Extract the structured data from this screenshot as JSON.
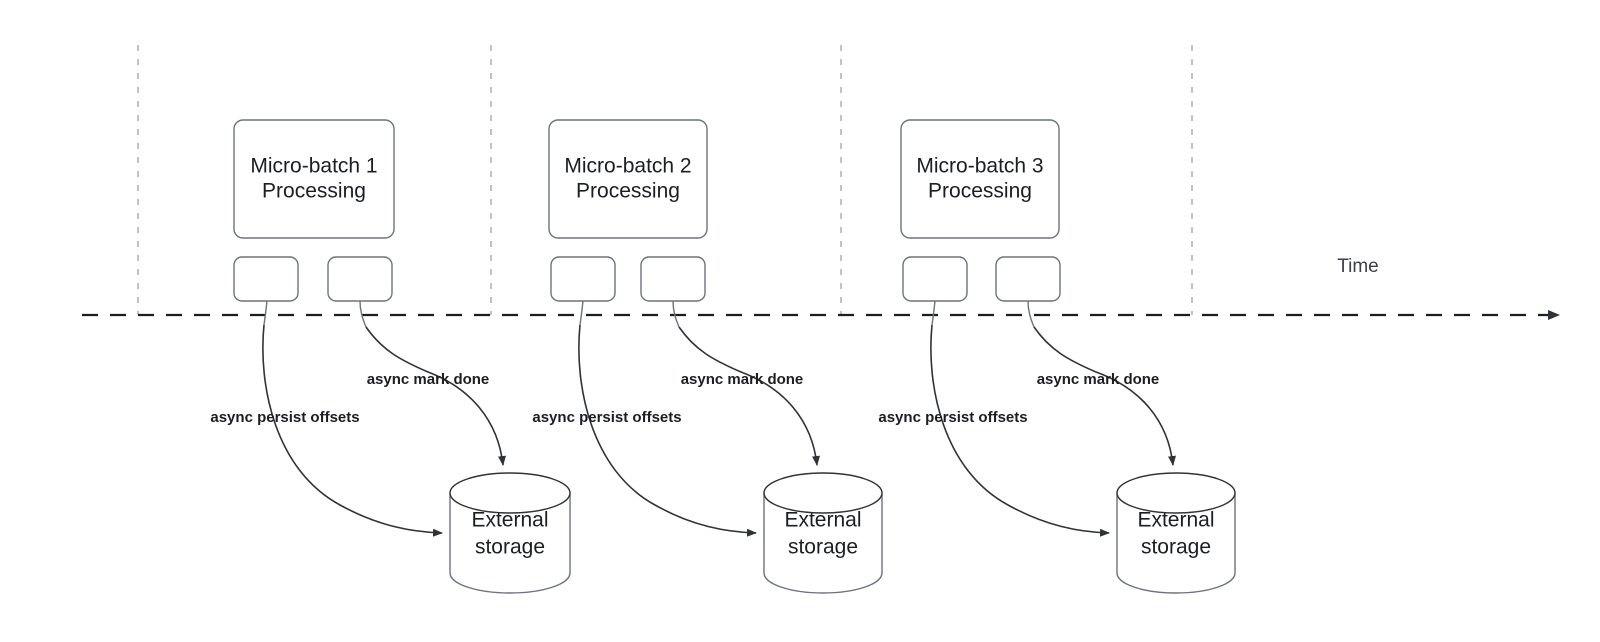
{
  "diagram": {
    "title": "Micro-batch processing with asynchronous offset persistence timeline",
    "background_color": "#ffffff",
    "stroke_color": "#6b7280",
    "text_color": "#1b1f23",
    "timeline_color": "#1b1f23",
    "divider_color": "#b3b3b3"
  },
  "timeline": {
    "axis_label": "Time",
    "arrow_direction": "right"
  },
  "batches": [
    {
      "id": "batch-1",
      "title_line1": "Micro-batch 1",
      "title_line2": "Processing",
      "tasks": [
        {
          "id": "batch-1-task-a",
          "label": ""
        },
        {
          "id": "batch-1-task-b",
          "label": ""
        }
      ],
      "edges": [
        {
          "id": "batch-1-persist",
          "label": "async persist offsets"
        },
        {
          "id": "batch-1-mark",
          "label": "async mark done"
        }
      ],
      "store": {
        "id": "external-storage-1",
        "line1": "External",
        "line2": "storage"
      }
    },
    {
      "id": "batch-2",
      "title_line1": "Micro-batch 2",
      "title_line2": "Processing",
      "tasks": [
        {
          "id": "batch-2-task-a",
          "label": ""
        },
        {
          "id": "batch-2-task-b",
          "label": ""
        }
      ],
      "edges": [
        {
          "id": "batch-2-persist",
          "label": "async persist offsets"
        },
        {
          "id": "batch-2-mark",
          "label": "async mark done"
        }
      ],
      "store": {
        "id": "external-storage-2",
        "line1": "External",
        "line2": "storage"
      }
    },
    {
      "id": "batch-3",
      "title_line1": "Micro-batch 3",
      "title_line2": "Processing",
      "tasks": [
        {
          "id": "batch-3-task-a",
          "label": ""
        },
        {
          "id": "batch-3-task-b",
          "label": ""
        }
      ],
      "edges": [
        {
          "id": "batch-3-persist",
          "label": "async persist offsets"
        },
        {
          "id": "batch-3-mark",
          "label": "async mark done"
        }
      ],
      "store": {
        "id": "external-storage-3",
        "line1": "External",
        "line2": "storage"
      }
    }
  ],
  "dividers": [
    {
      "id": "divider-1"
    },
    {
      "id": "divider-2"
    },
    {
      "id": "divider-3"
    },
    {
      "id": "divider-4"
    }
  ]
}
